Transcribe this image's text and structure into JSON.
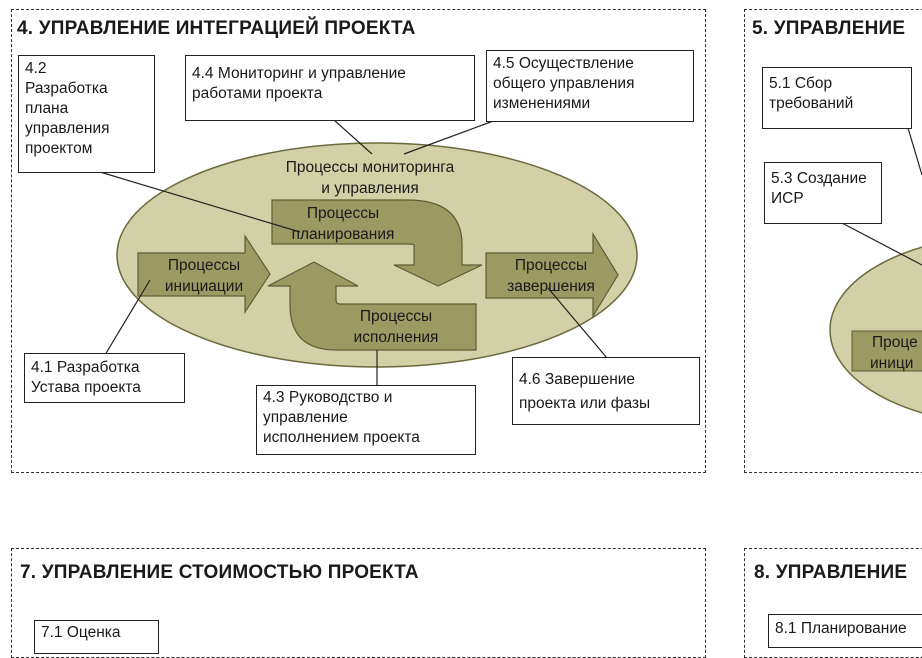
{
  "panels": {
    "p4": {
      "title": "4. УПРАВЛЕНИЕ ИНТЕГРАЦИЕЙ ПРОЕКТА",
      "items": {
        "i42": "4.2\nРазработка\nплана\nуправления\nпроектом",
        "i44": "4.4 Мониторинг и управление\nработами проекта",
        "i45": "4.5 Осуществление\nобщего управления\nизменениями",
        "i41": "4.1 Разработка\nУстава проекта",
        "i43": "4.3 Руководство и\nуправление\nисполнением проекта",
        "i46": "4.6 Завершение\nпроекта или фазы"
      },
      "processes": {
        "monitoring_1": "Процессы мониторинга",
        "monitoring_2": "и управления",
        "planning_1": "Процессы",
        "planning_2": "планирования",
        "initiation_1": "Процессы",
        "initiation_2": "инициации",
        "closing_1": "Процессы",
        "closing_2": "завершения",
        "execution_1": "Процессы",
        "execution_2": "исполнения"
      }
    },
    "p5": {
      "title": "5. УПРАВЛЕНИЕ",
      "items": {
        "i51": "5.1 Сбор\nтребований",
        "i53": "5.3 Создание\nИСР"
      },
      "process_cut_1": "Проце",
      "process_cut_2": "иници"
    },
    "p7": {
      "title": "7. УПРАВЛЕНИЕ СТОИМОСТЬЮ ПРОЕКТА",
      "items": {
        "i71": "7.1 Оценка"
      }
    },
    "p8": {
      "title": "8. УПРАВЛЕНИЕ",
      "items": {
        "i81": "8.1 Планирование"
      }
    }
  },
  "colors": {
    "ellipse_fill": "#d2d0a6",
    "ellipse_stroke": "#6a6a3e",
    "arrow_fill": "#9b9a63",
    "arrow_stroke": "#5d5d32"
  }
}
